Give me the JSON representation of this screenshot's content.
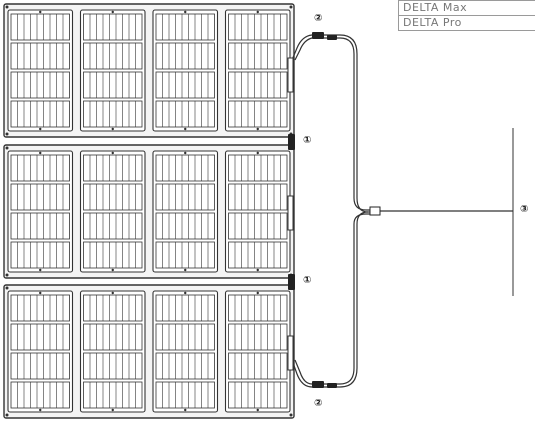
{
  "legend": {
    "models": [
      "DELTA Max",
      "DELTA Pro"
    ]
  },
  "callouts": {
    "panel_connector": "①",
    "extension_cable": "②",
    "output_cable": "③"
  },
  "panels": {
    "rows": 3,
    "columns": 4
  },
  "colors": {
    "line": "#333333",
    "cell_fill": "#ffffff",
    "frame": "#2b2b2b"
  }
}
